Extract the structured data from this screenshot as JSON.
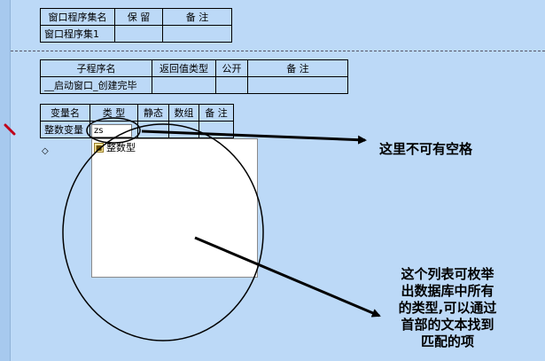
{
  "program_set_table": {
    "headers": [
      "窗口程序集名",
      "保 留",
      "备 注"
    ],
    "row": [
      "窗口程序集1",
      "",
      ""
    ]
  },
  "subprogram_table": {
    "headers": [
      "子程序名",
      "返回值类型",
      "公开",
      "备 注"
    ],
    "row": [
      "__启动窗口_创建完毕",
      "",
      "",
      ""
    ]
  },
  "variable_table": {
    "headers": [
      "变量名",
      "类 型",
      "静态",
      "数组",
      "备 注"
    ],
    "row": [
      "整数变量",
      "",
      "",
      "",
      ""
    ]
  },
  "type_input": {
    "value": "zs"
  },
  "autocomplete_list": {
    "items": [
      {
        "icon": "data-type-icon",
        "label": "整数型"
      }
    ]
  },
  "annotations": {
    "no_space_note": "这里不可有空格",
    "list_note_lines": [
      "这个列表可枚举",
      "出数据库中所有",
      "的类型,可以通过",
      "首部的文本找到",
      "匹配的项"
    ]
  },
  "colors": {
    "background": "#bcd9f7",
    "popup_background": "#ffffff",
    "breakpoint_marker": "#c0001a"
  }
}
